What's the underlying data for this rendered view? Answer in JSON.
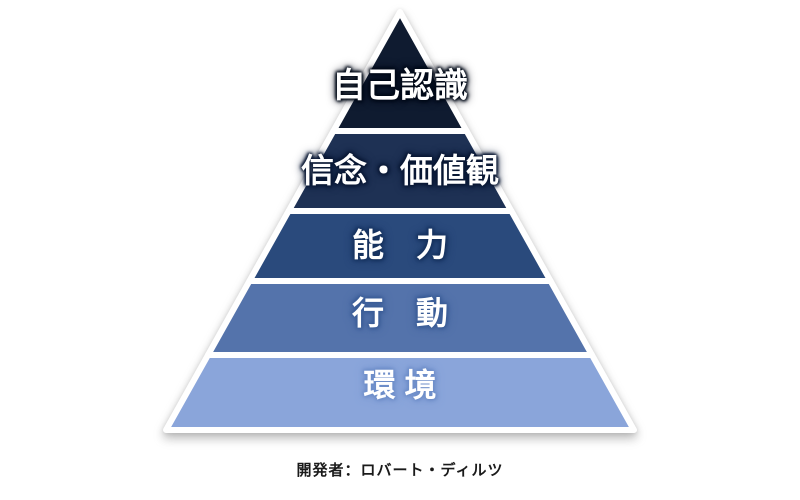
{
  "diagram": {
    "type": "pyramid",
    "name": "neurological-levels-pyramid",
    "levels": [
      {
        "id": "self-awareness",
        "label": "自己認識",
        "color": "#0f1b30"
      },
      {
        "id": "beliefs-values",
        "label": "信念・価値観",
        "color": "#1e3154"
      },
      {
        "id": "capability",
        "label": "能　力",
        "color": "#2a4a7c"
      },
      {
        "id": "behavior",
        "label": "行　動",
        "color": "#5473ab"
      },
      {
        "id": "environment",
        "label": "環 境",
        "color": "#8aa5da"
      }
    ],
    "caption": "開発者：ロバート・ディルツ"
  }
}
